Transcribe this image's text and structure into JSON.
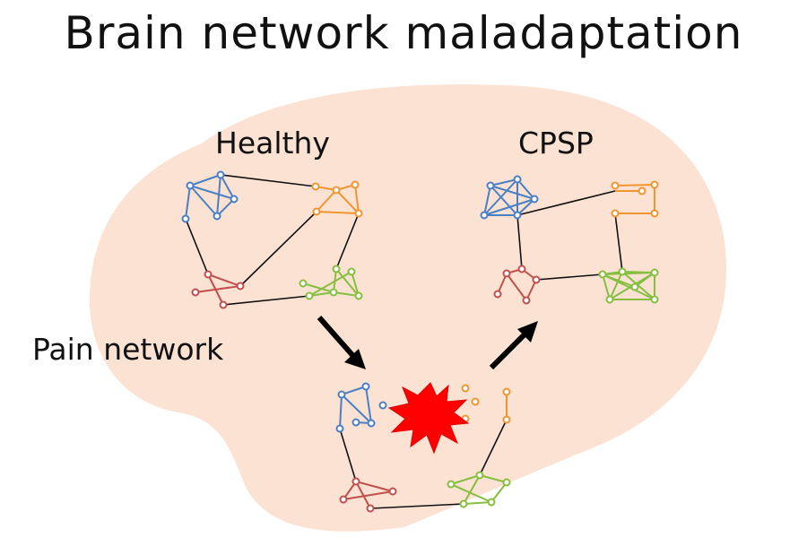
{
  "title": "Brain network maladaptation",
  "labels": {
    "healthy": "Healthy",
    "cpsp": "CPSP",
    "pain_network": "Pain network"
  },
  "colors": {
    "brain_fill": "#fbe2d3",
    "blue": "#4a7fc4",
    "orange": "#f0952f",
    "green": "#86bf3f",
    "red": "#c0504d",
    "link": "#111111",
    "lesion": "#ff0000",
    "arrow": "#000000"
  }
}
